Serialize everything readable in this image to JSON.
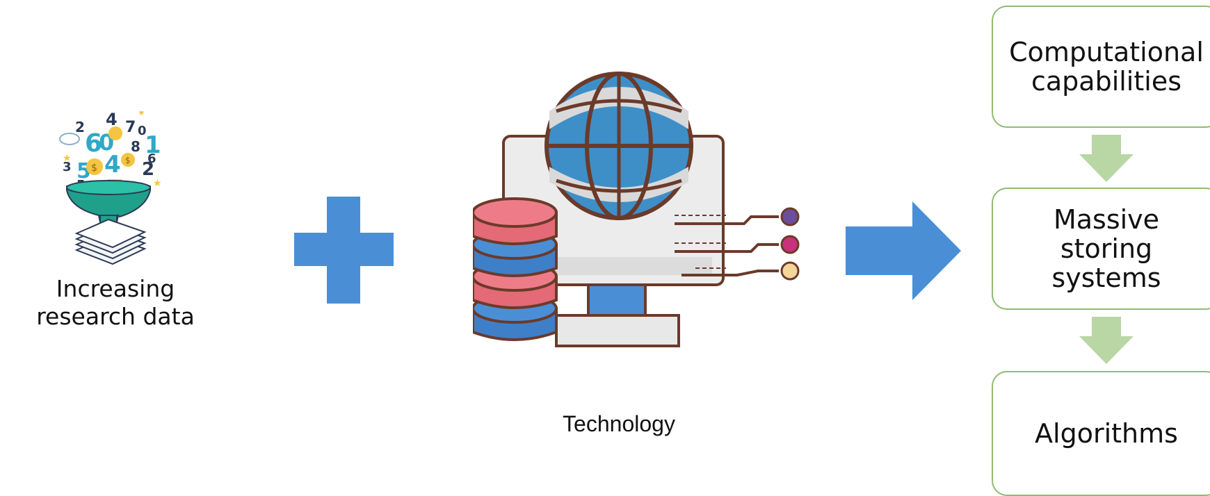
{
  "left": {
    "label": "Increasing\nresearch data"
  },
  "center": {
    "label": "Technology"
  },
  "right": {
    "boxes": [
      {
        "label": "Computational\ncapabilities"
      },
      {
        "label": "Massive\nstoring\nsystems"
      },
      {
        "label": "Algorithms"
      }
    ]
  },
  "colors": {
    "operator_blue": "#4a8fd6",
    "box_border": "#8fba74",
    "down_arrow": "#b9d6a5"
  },
  "icons": [
    "data-funnel-icon",
    "plus-icon",
    "computer-globe-database-icon",
    "right-arrow-icon",
    "down-arrow-icon"
  ]
}
